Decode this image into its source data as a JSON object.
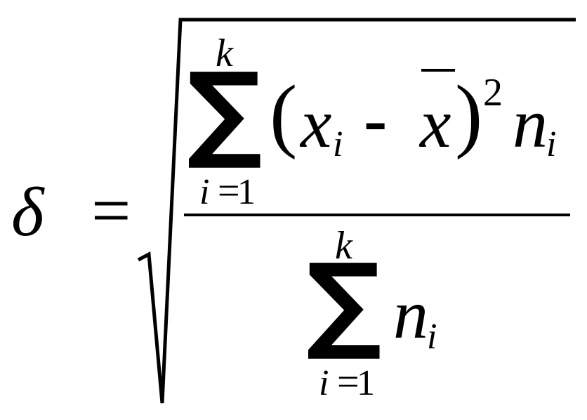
{
  "formula": {
    "lhs_symbol": "δ",
    "equals": "=",
    "numerator": {
      "sum_upper": "k",
      "sum_symbol": "∑",
      "sum_lower_var": "i",
      "sum_lower_eq": "=",
      "sum_lower_val": "1",
      "open_paren": "(",
      "x": "x",
      "x_sub": "i",
      "minus": "-",
      "xbar": "x",
      "close_paren": ")",
      "exponent": "2",
      "n": "n",
      "n_sub": "i"
    },
    "denominator": {
      "sum_upper": "k",
      "sum_symbol": "∑",
      "sum_lower_var": "i",
      "sum_lower_eq": "=",
      "sum_lower_val": "1",
      "n": "n",
      "n_sub": "i"
    }
  }
}
